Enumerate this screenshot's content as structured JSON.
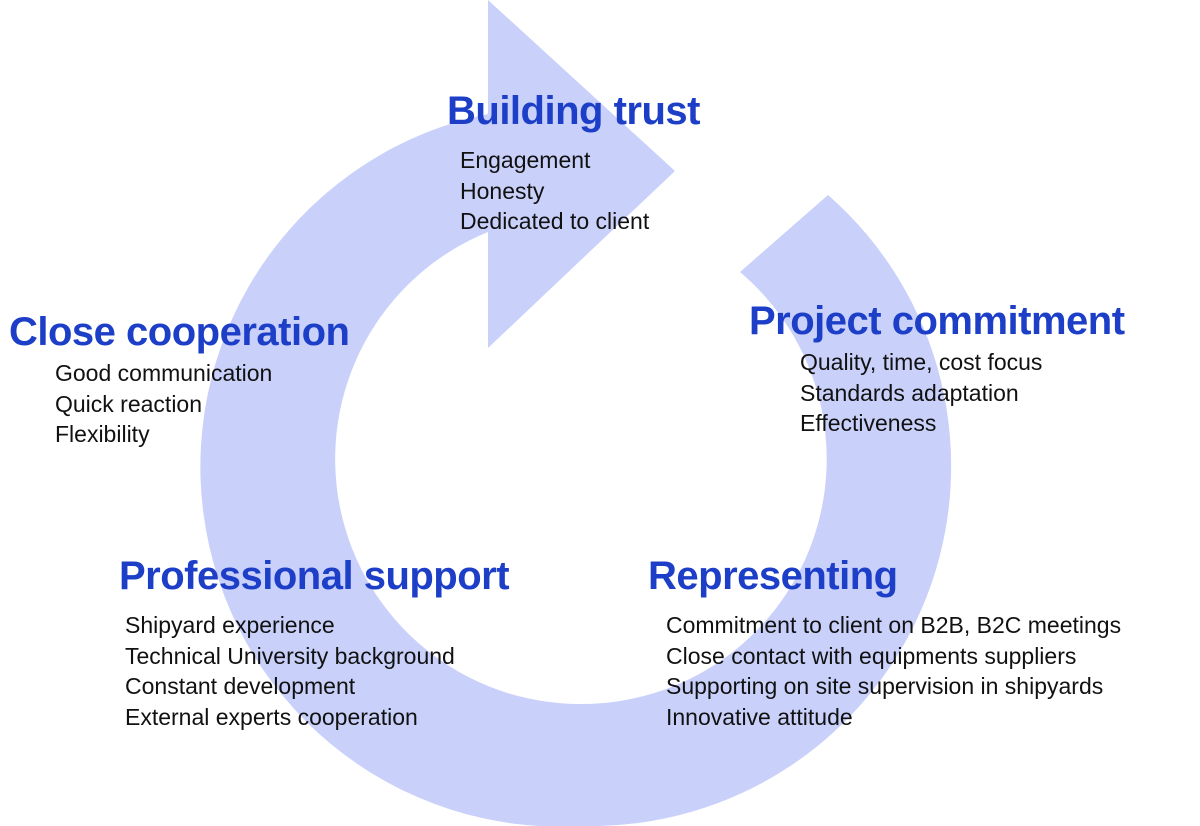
{
  "colors": {
    "arrow_fill": "#c9d1fb",
    "title_color": "#1d3fc8",
    "body_text": "#111111",
    "background": "#ffffff"
  },
  "sections": {
    "building_trust": {
      "title": "Building trust",
      "items": [
        "Engagement",
        "Honesty",
        "Dedicated to client"
      ]
    },
    "project_commitment": {
      "title": "Project commitment",
      "items": [
        "Quality, time, cost focus",
        "Standards adaptation",
        "Effectiveness"
      ]
    },
    "close_cooperation": {
      "title": "Close cooperation",
      "items": [
        "Good communication",
        "Quick reaction",
        "Flexibility"
      ]
    },
    "professional_support": {
      "title": "Professional support",
      "items": [
        "Shipyard experience",
        "Technical University background",
        "Constant development",
        "External experts cooperation"
      ]
    },
    "representing": {
      "title": "Representing",
      "items": [
        "Commitment to client on B2B, B2C meetings",
        "Close contact with equipments suppliers",
        "Supporting on site supervision in shipyards",
        "Innovative attitude"
      ]
    }
  }
}
